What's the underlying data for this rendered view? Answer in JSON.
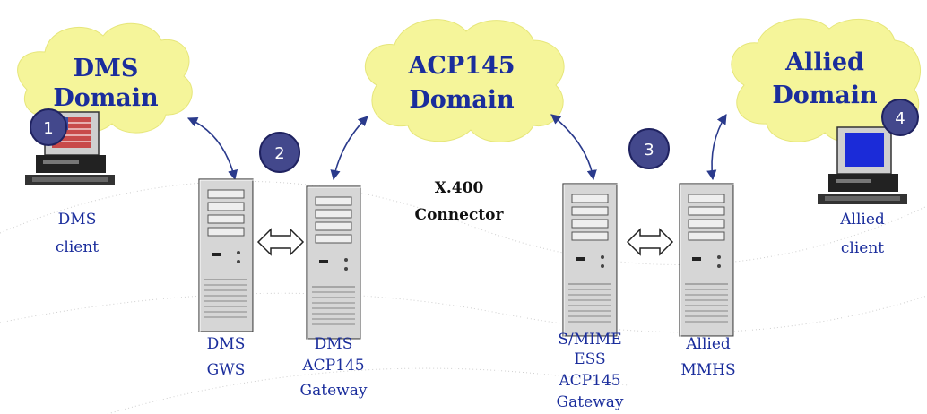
{
  "clouds": {
    "dms": {
      "line1": "DMS",
      "line2": "Domain"
    },
    "acp145": {
      "line1": "ACP145",
      "line2": "Domain"
    },
    "allied": {
      "line1": "Allied",
      "line2": "Domain"
    }
  },
  "badges": {
    "b1": "1",
    "b2": "2",
    "b3": "3",
    "b4": "4"
  },
  "labels": {
    "dms_client": [
      "DMS",
      "client"
    ],
    "dms_gws": [
      "DMS",
      "GWS"
    ],
    "dms_acp145_gateway": [
      "DMS",
      "ACP145",
      "Gateway"
    ],
    "x400_connector": [
      "X.400",
      "Connector"
    ],
    "smime_gateway": [
      "S/MIME",
      "ESS",
      "ACP145",
      "Gateway"
    ],
    "allied_mmhs": [
      "Allied",
      "MMHS"
    ],
    "allied_client": [
      "Allied",
      "client"
    ]
  },
  "colors": {
    "cloud": "#f5f59a",
    "text": "#1a2d9c",
    "arrow": "#2a3a8c",
    "badge": "#43488c",
    "server": "#d6d6d6"
  }
}
